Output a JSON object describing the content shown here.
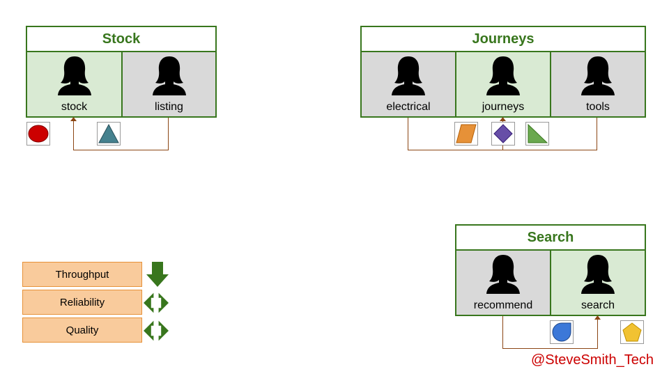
{
  "teams": {
    "stock": {
      "title": "Stock",
      "members": [
        "stock",
        "listing"
      ]
    },
    "journeys": {
      "title": "Journeys",
      "members": [
        "electrical",
        "journeys",
        "tools"
      ]
    },
    "search": {
      "title": "Search",
      "members": [
        "recommend",
        "search"
      ]
    }
  },
  "legend": [
    {
      "label": "Throughput",
      "icon": "down-arrow-icon"
    },
    {
      "label": "Reliability",
      "icon": "split-double-arrow-icon"
    },
    {
      "label": "Quality",
      "icon": "split-double-arrow-icon"
    }
  ],
  "shape_icons": [
    {
      "name": "red-circle-icon",
      "color": "#cc0000"
    },
    {
      "name": "teal-triangle-icon",
      "color": "#45818e"
    },
    {
      "name": "orange-parallelogram-icon",
      "color": "#e69138"
    },
    {
      "name": "purple-diamond-icon",
      "color": "#674ea7"
    },
    {
      "name": "green-right-triangle-icon",
      "color": "#6aa84f"
    },
    {
      "name": "blue-teardrop-icon",
      "color": "#3c78d8"
    },
    {
      "name": "yellow-pentagon-icon",
      "color": "#f1c232"
    }
  ],
  "colors": {
    "team_border": "#38761d",
    "member_green": "#d9ead3",
    "member_grey": "#d9d9d9",
    "connector": "#8b4513",
    "legend_fill": "#f9cb9c",
    "arrow_green": "#38761d",
    "credit_red": "#cc0000"
  },
  "credit": "@SteveSmith_Tech"
}
